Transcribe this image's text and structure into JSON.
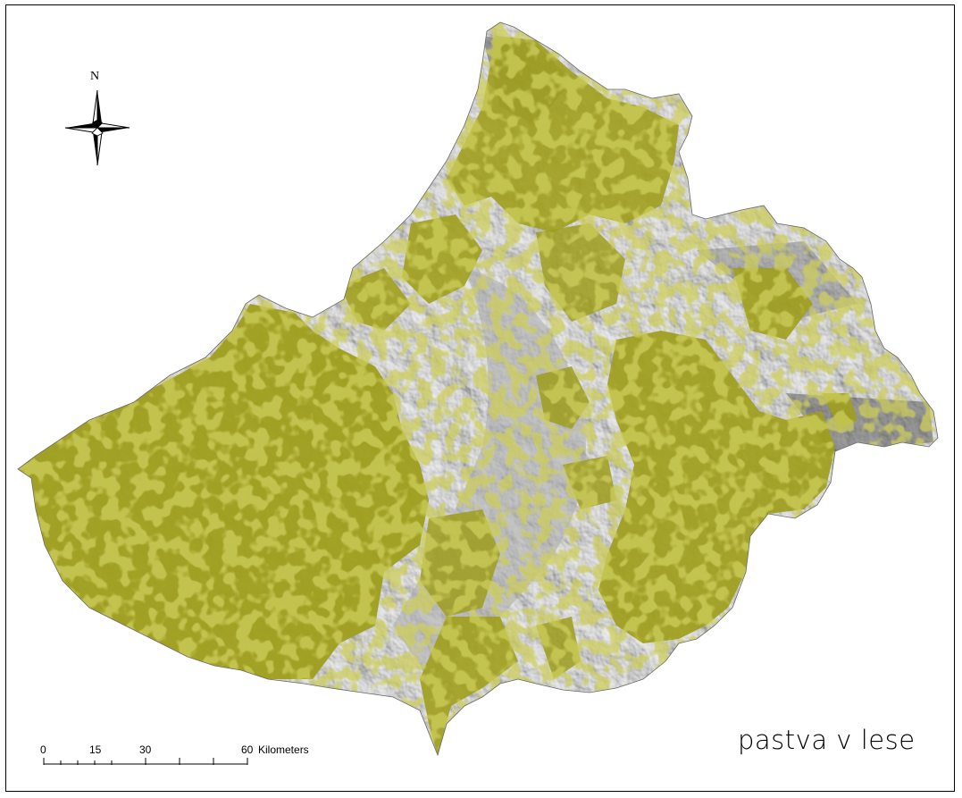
{
  "map": {
    "title": "pastva v lese",
    "north_label": "N",
    "scale_bar": {
      "ticks": [
        "0",
        "15",
        "30",
        "60"
      ],
      "unit": "Kilometers"
    },
    "colors": {
      "hillshade_light": "#d8d8d8",
      "hillshade_mid": "#9a9a9a",
      "hillshade_dark": "#505050",
      "overlay": "#9e9e1c",
      "frame": "#000000"
    }
  }
}
